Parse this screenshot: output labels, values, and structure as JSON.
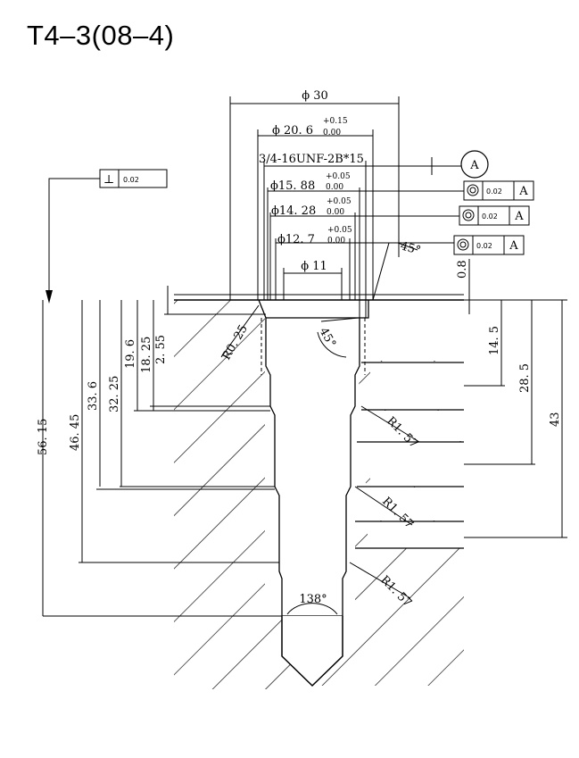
{
  "title": "T4–3(08–4)",
  "top_dims": {
    "d30": "ϕ 30",
    "d20_6": "ϕ 20. 6",
    "d20_6_tol_upper": "+0.15",
    "d20_6_tol_lower": "0.00",
    "thread": "3/4-16UNF-2B*15",
    "d15_88": "ϕ15. 88",
    "d15_88_tol_upper": "+0.05",
    "d15_88_tol_lower": "0.00",
    "d14_28": "ϕ14. 28",
    "d14_28_tol_upper": "+0.05",
    "d14_28_tol_lower": "0.00",
    "d12_7": "ϕ12. 7",
    "d12_7_tol_upper": "+0.05",
    "d12_7_tol_lower": "0.00",
    "d11": "ϕ 11",
    "angle_top": "45°",
    "depth_08": "0.8"
  },
  "datum": {
    "label": "A"
  },
  "perpendicularity": {
    "symbol": "⊥",
    "value": "0.02"
  },
  "concentricity_frames": [
    {
      "value": "0.02",
      "datum": "A"
    },
    {
      "value": "0.02",
      "datum": "A"
    },
    {
      "value": "0.02",
      "datum": "A"
    }
  ],
  "left_dims": [
    "56. 15",
    "46. 45",
    "33. 6",
    "32. 25",
    "19. 6",
    "18. 25",
    "2. 55"
  ],
  "right_dims": [
    "14. 5",
    "28. 5",
    "43"
  ],
  "inner_labels": {
    "r025": "R0. 25",
    "angle_inner": "45°",
    "r157_a": "R1. 57",
    "r157_b": "R1. 57",
    "r157_c": "R1. 57",
    "drill_angle": "138°"
  }
}
